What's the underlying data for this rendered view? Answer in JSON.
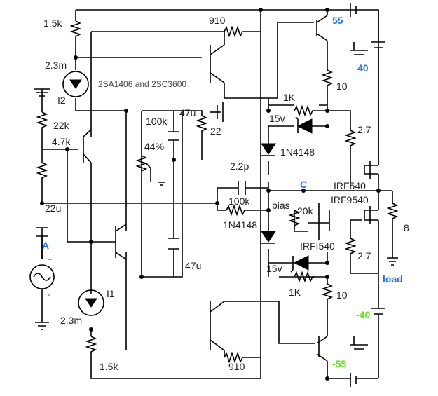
{
  "labels": {
    "r_top_left": "1.5k",
    "r_910_top": "910",
    "v_pos55": "55",
    "i2_value": "2.3m",
    "i2_name": "I2",
    "transistor_note": "2SA1406 and 2SC3600",
    "v_pos40": "40",
    "r_10_top": "10",
    "r_1k_top": "1K",
    "cap_47u_top": "47u",
    "r_100k_vert": "100k",
    "r_22": "22",
    "r_22k": "22k",
    "r_4_7k": "4.7k",
    "zener_15v_top": "15v",
    "r_2_7_top": "2.7",
    "pot_44": "44%",
    "diode_1n4148_top": "1N4148",
    "cap_2_2p": "2.2p",
    "node_c": "C",
    "mosfet_irf540": "IRF540",
    "mosfet_irf9540": "IRF9540",
    "cap_22u": "22u",
    "r_100k_fb": "100k",
    "bias": "bias",
    "pot_20k": "20k",
    "r_8": "8",
    "diode_1n4148_bot": "1N4148",
    "mosfet_irfi540": "IRFI540",
    "node_a": "A",
    "plus": "+",
    "minus": "-",
    "zener_15v_bot": "15v",
    "r_2_7_bot": "2.7",
    "cap_47u_bot": "47u",
    "load": "load",
    "i1_name": "I1",
    "r_1k_bot": "1K",
    "r_10_bot": "10",
    "v_neg40": "-40",
    "i1_value": "2.3m",
    "r_1_5k_bot": "1.5k",
    "r_910_bot": "910",
    "v_neg55": "-55"
  },
  "colors": {
    "rail_label": "#2277dd",
    "neg_rail_label": "#66dd22",
    "wire": "#000000"
  }
}
